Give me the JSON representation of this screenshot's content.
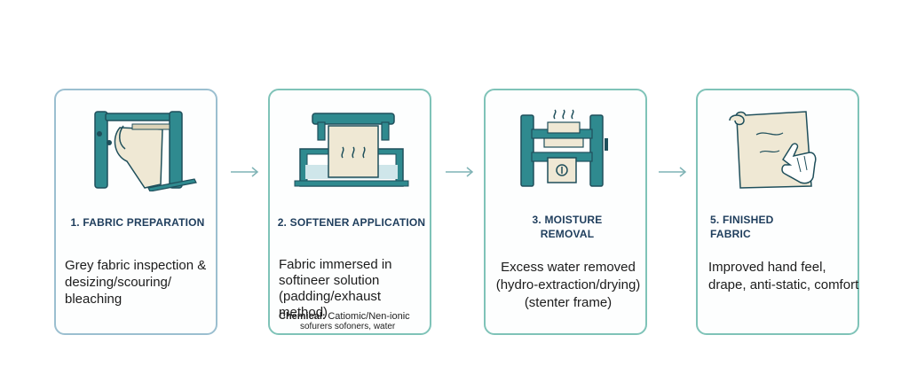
{
  "steps": [
    {
      "title": "1. FABRIC PREPARATION",
      "description": "Grey fabric inspection & desizing/scouring/ bleaching",
      "icon": "fabric-roll-machine-icon"
    },
    {
      "title": "2. SOFTENER APPLICATION",
      "description": "Fabric immersed in softineer solution (padding/exhaust method)",
      "note_label": "Chemical:",
      "note_value": "Catiomic/Nen-ionic",
      "note_line2": "sofurers sofoners, water",
      "icon": "softener-bath-icon"
    },
    {
      "title_line1": "3. MOISTURE",
      "title_line2": "REMOVAL",
      "description": "Excess water removed (hydro-extraction/drying) (stenter frame)",
      "icon": "stenter-dryer-icon"
    },
    {
      "title_line1": "5. FINISHED",
      "title_line2": "FABRIC",
      "description": "Improved hand feel, drape, anti-static, comfort",
      "icon": "hand-touching-fabric-icon"
    }
  ],
  "connector_icon": "arrow-right-icon",
  "colors": {
    "teal": "#2f8a8f",
    "dark_teal": "#1f5f6b",
    "cream": "#efe8d4",
    "navy_text": "#1e3d5c",
    "card_border": "#7fc3b8"
  }
}
